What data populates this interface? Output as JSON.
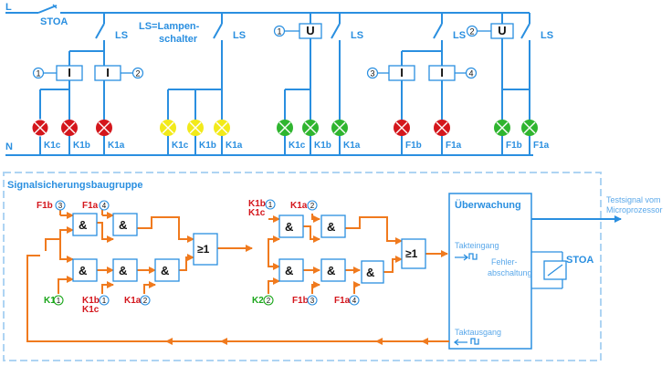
{
  "labels": {
    "L": "L",
    "N": "N",
    "stoa_top": "STOA",
    "ls_note_1": "LS=Lampen-",
    "ls_note_2": "schalter",
    "ls": "LS",
    "relay_i": "I",
    "relay_u": "U",
    "section_title": "Signalsicherungsbaugruppe",
    "monitor_title": "Überwachung",
    "test_signal_1": "Testsignal vom",
    "test_signal_2": "Microprozessor",
    "clock_in": "Takteingang",
    "clock_out": "Taktausgang",
    "fault_1": "Fehler-",
    "fault_2": "abschaltung",
    "stoa_box": "STOA",
    "and": "&",
    "or": "≥1"
  },
  "circles": [
    "1",
    "2",
    "3",
    "4"
  ],
  "lamp_groups": [
    {
      "color": "red",
      "labels": [
        "K1c",
        "K1b",
        "K1a"
      ]
    },
    {
      "color": "yellow",
      "labels": [
        "K1c",
        "K1b",
        "K1a"
      ]
    },
    {
      "color": "green",
      "labels": [
        "K1c",
        "K1b",
        "K1a"
      ]
    },
    {
      "color": "red",
      "labels": [
        "F1b",
        "F1a"
      ]
    },
    {
      "color": "green",
      "labels": [
        "F1b",
        "F1a"
      ]
    }
  ],
  "inputs": {
    "f1b": "F1b",
    "f1a": "F1a",
    "k1": "K1",
    "k1b": "K1b",
    "k1c": "K1c",
    "k1a": "K1a",
    "k2": "K2"
  },
  "colors": {
    "wire": "#2a8fe0",
    "signal": "#f07a1e",
    "lamp_red": "#d4161c",
    "lamp_yellow": "#f2ea1a",
    "lamp_green": "#2fb52f",
    "dashed_box": "#aed4f3"
  }
}
